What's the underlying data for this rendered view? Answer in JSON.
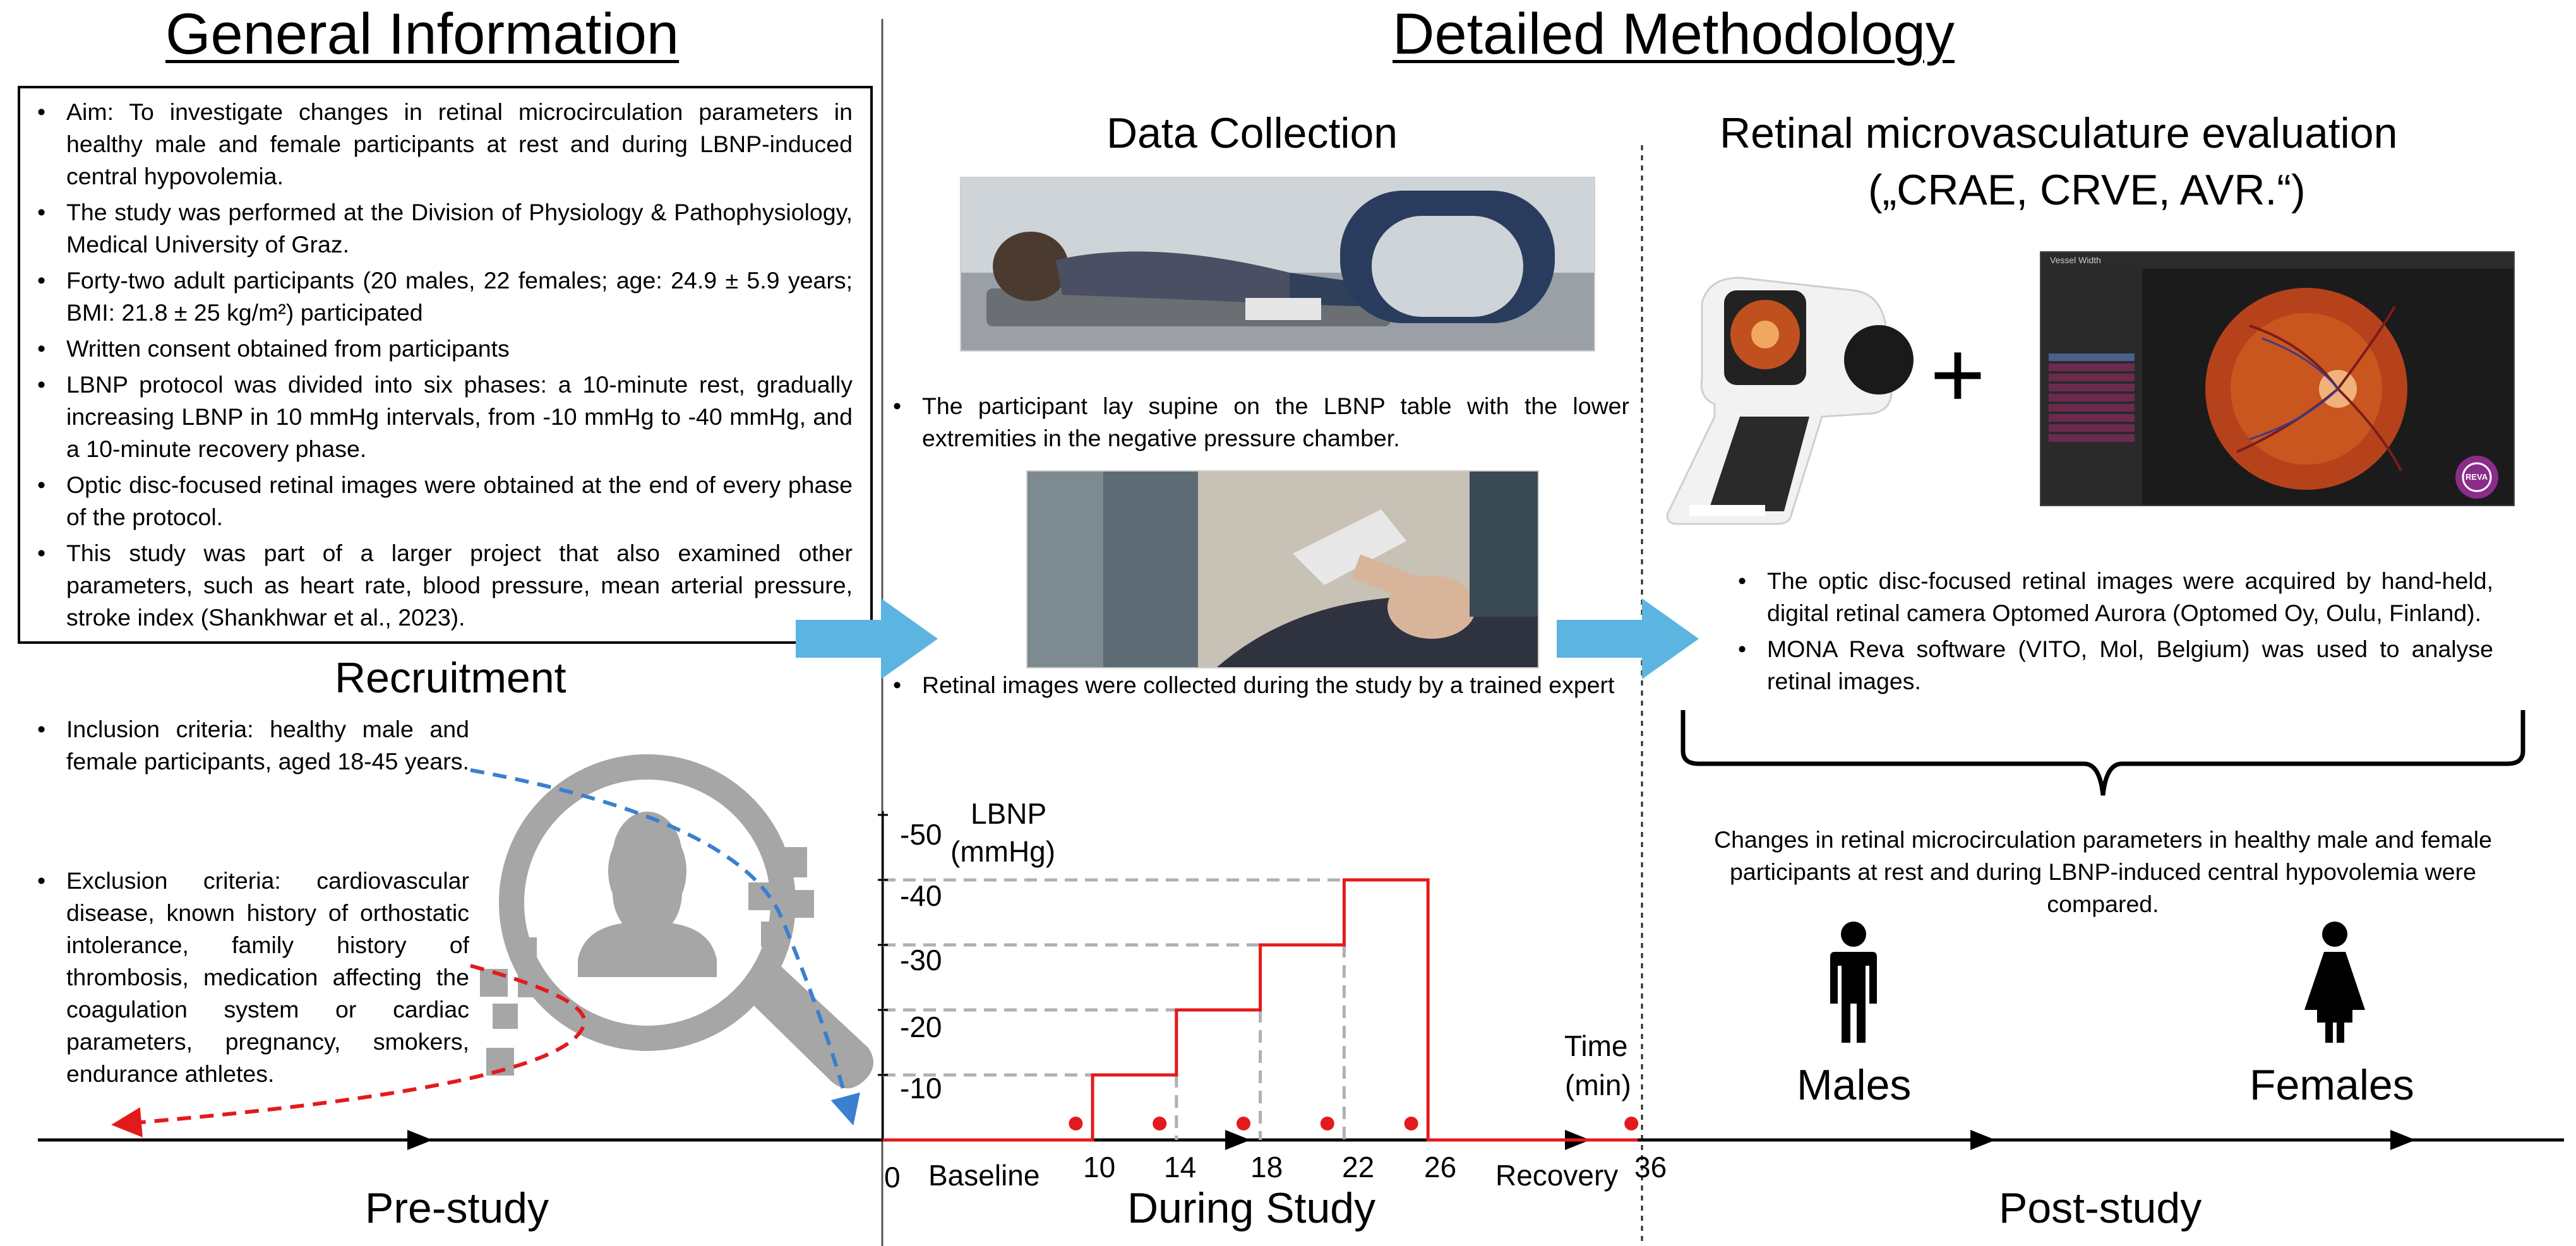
{
  "headings": {
    "general": "General Information",
    "detailed": "Detailed Methodology"
  },
  "general_info": [
    "Aim: To investigate changes in retinal microcirculation parameters in healthy male and female participants at rest and during LBNP-induced central hypovolemia.",
    "The study was performed at the Division of Physiology & Pathophysiology, Medical University of Graz.",
    "Forty-two adult participants (20 males, 22 females; age: 24.9 ± 5.9 years; BMI: 21.8 ± 25 kg/m²) participated",
    "Written consent obtained from participants",
    "LBNP protocol was divided into six phases: a 10-minute rest, gradually increasing LBNP in 10 mmHg intervals, from -10 mmHg to -40 mmHg, and a 10-minute recovery phase.",
    "Optic disc-focused retinal images were obtained at the end of every phase of the protocol.",
    "This study was part of a larger project that also examined other parameters, such as heart rate, blood pressure, mean arterial pressure, stroke index (Shankhwar et al., 2023)."
  ],
  "recruitment": {
    "title": "Recruitment",
    "inclusion": "Inclusion criteria: healthy male and female participants, aged 18-45 years.",
    "exclusion": "Exclusion criteria: cardiovascular disease, known history of orthostatic intolerance, family history of thrombosis, medication affecting the coagulation system or cardiac parameters, pregnancy, smokers, endurance athletes."
  },
  "data_collection": {
    "title": "Data Collection",
    "bullet1": "The participant lay supine on the LBNP table with the lower extremities in the negative pressure chamber.",
    "bullet2": "Retinal images were collected during the study by a trained expert"
  },
  "retinal_eval": {
    "title_line1": "Retinal microvasculature evaluation",
    "title_line2": "(„CRAE, CRVE, AVR.“)",
    "plus": "+",
    "bullets": [
      "The optic disc-focused retinal images were acquired by hand-held, digital retinal camera Optomed Aurora (Optomed Oy, Oulu, Finland).",
      "MONA Reva software (VITO, Mol, Belgium) was used to analyse retinal images."
    ],
    "summary": "Changes in retinal microcirculation parameters in healthy male and female participants at rest and during LBNP-induced central hypovolemia were compared.",
    "males": "Males",
    "females": "Females"
  },
  "chart_data": {
    "type": "line",
    "ylabel_line1": "LBNP",
    "ylabel_line2": "(mmHg)",
    "yticks": [
      "-10",
      "-20",
      "-30",
      "-40",
      "-50"
    ],
    "xlabel_line1": "Time",
    "xlabel_line2": "(min)",
    "xticks": [
      "0",
      "10",
      "14",
      "18",
      "22",
      "26",
      "36"
    ],
    "phase_labels": [
      "Baseline",
      "Recovery"
    ],
    "steps": [
      {
        "from": 0,
        "to": 10,
        "lbnp": 0
      },
      {
        "from": 10,
        "to": 14,
        "lbnp": -10
      },
      {
        "from": 14,
        "to": 18,
        "lbnp": -20
      },
      {
        "from": 18,
        "to": 22,
        "lbnp": -30
      },
      {
        "from": 22,
        "to": 26,
        "lbnp": -40
      },
      {
        "from": 26,
        "to": 36,
        "lbnp": 0
      }
    ],
    "measurement_points_min": [
      9.5,
      13.5,
      17.5,
      21.5,
      25.5,
      36
    ],
    "line_color": "#e31a1c"
  },
  "timeline": {
    "pre": "Pre-study",
    "during": "During Study",
    "post": "Post-study"
  },
  "software": {
    "window_title": "Vessel Width",
    "logo_text": "REVA"
  },
  "colors": {
    "arrow": "#5bb5e0",
    "accent_red": "#e31a1c",
    "dashed_blue": "#3a7fd0",
    "icon_gray": "#a6a6a6"
  }
}
